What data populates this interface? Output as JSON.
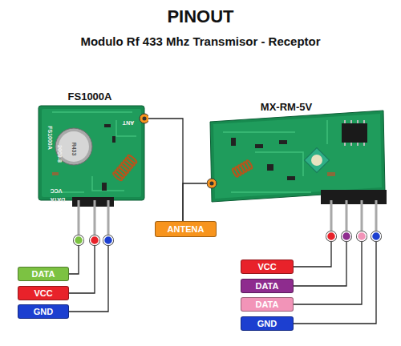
{
  "diagram": {
    "title": "PINOUT",
    "nodes": [
      {
        "text": [
          "FS1000A",
          "ANT",
          "FS1000A",
          "2008-8",
          "R433",
          "VCC",
          "DATA"
        ]
      },
      {
        "text": [
          "MX-RM-5V"
        ]
      },
      {
        "text": [
          "ANTENA"
        ]
      },
      {
        "text": [
          "DATA"
        ]
      },
      {
        "text": [
          "VCC"
        ]
      },
      {
        "text": [
          "GND"
        ]
      },
      {
        "text": [
          "VCC"
        ]
      },
      {
        "text": [
          "DATA"
        ]
      },
      {
        "text": [
          "DATA"
        ]
      },
      {
        "text": [
          "GND"
        ]
      }
    ],
    "edges": [
      {
        "from": 0,
        "to": 3,
        "arrow": "none"
      },
      {
        "from": 0,
        "to": 4,
        "arrow": "none"
      },
      {
        "from": 0,
        "to": 5,
        "arrow": "none"
      },
      {
        "from": 0,
        "to": 2,
        "arrow": "none"
      },
      {
        "from": 1,
        "to": 2,
        "arrow": "none"
      },
      {
        "from": 1,
        "to": 6,
        "arrow": "none"
      },
      {
        "from": 1,
        "to": 7,
        "arrow": "none"
      },
      {
        "from": 1,
        "to": 8,
        "arrow": "none"
      },
      {
        "from": 1,
        "to": 9,
        "arrow": "none"
      }
    ],
    "labels": [
      "Modulo Rf 433 Mhz Transmisor - Receptor"
    ]
  }
}
